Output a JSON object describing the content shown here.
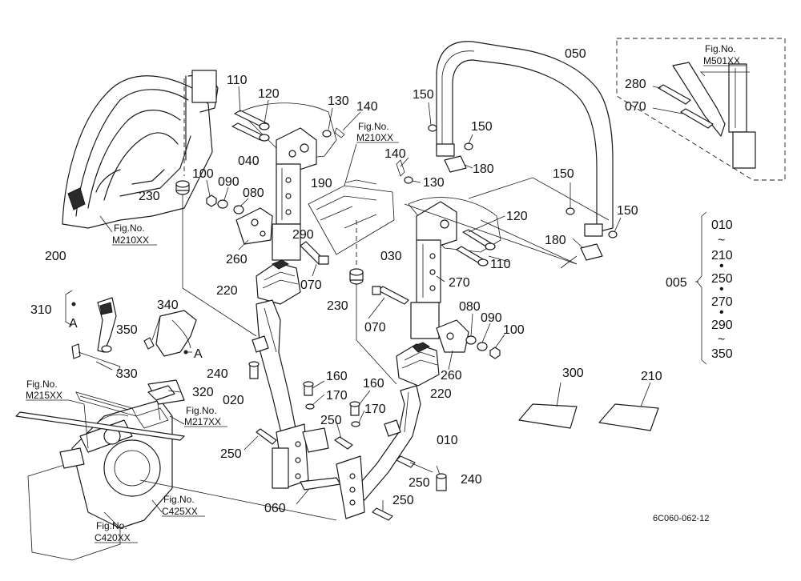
{
  "parts": [
    {
      "id": "p110a",
      "label": "110"
    },
    {
      "id": "p120a",
      "label": "120"
    },
    {
      "id": "p130a",
      "label": "130"
    },
    {
      "id": "p140a",
      "label": "140"
    },
    {
      "id": "p040",
      "label": "040"
    },
    {
      "id": "p190",
      "label": "190"
    },
    {
      "id": "p100a",
      "label": "100"
    },
    {
      "id": "p090a",
      "label": "090"
    },
    {
      "id": "p080a",
      "label": "080"
    },
    {
      "id": "p230a",
      "label": "230"
    },
    {
      "id": "p200",
      "label": "200"
    },
    {
      "id": "p290",
      "label": "290"
    },
    {
      "id": "p260a",
      "label": "260"
    },
    {
      "id": "p220a",
      "label": "220"
    },
    {
      "id": "p070a",
      "label": "070"
    },
    {
      "id": "p310",
      "label": "310"
    },
    {
      "id": "p340",
      "label": "340"
    },
    {
      "id": "p350",
      "label": "350"
    },
    {
      "id": "p330",
      "label": "330"
    },
    {
      "id": "p240a",
      "label": "240"
    },
    {
      "id": "p320",
      "label": "320"
    },
    {
      "id": "p020",
      "label": "020"
    },
    {
      "id": "p160a",
      "label": "160"
    },
    {
      "id": "p170a",
      "label": "170"
    },
    {
      "id": "p160b",
      "label": "160"
    },
    {
      "id": "p170b",
      "label": "170"
    },
    {
      "id": "p250a",
      "label": "250"
    },
    {
      "id": "p250b",
      "label": "250"
    },
    {
      "id": "p060",
      "label": "060"
    },
    {
      "id": "p250c",
      "label": "250"
    },
    {
      "id": "p250d",
      "label": "250"
    },
    {
      "id": "p240b",
      "label": "240"
    },
    {
      "id": "p010",
      "label": "010"
    },
    {
      "id": "p220b",
      "label": "220"
    },
    {
      "id": "p260b",
      "label": "260"
    },
    {
      "id": "p100b",
      "label": "100"
    },
    {
      "id": "p090b",
      "label": "090"
    },
    {
      "id": "p080b",
      "label": "080"
    },
    {
      "id": "p070b",
      "label": "070"
    },
    {
      "id": "p230b",
      "label": "230"
    },
    {
      "id": "p030",
      "label": "030"
    },
    {
      "id": "p270",
      "label": "270"
    },
    {
      "id": "p110b",
      "label": "110"
    },
    {
      "id": "p120b",
      "label": "120"
    },
    {
      "id": "p180a",
      "label": "180"
    },
    {
      "id": "p150a",
      "label": "150"
    },
    {
      "id": "p150b",
      "label": "150"
    },
    {
      "id": "p180b",
      "label": "180"
    },
    {
      "id": "p140b",
      "label": "140"
    },
    {
      "id": "p130b",
      "label": "130"
    },
    {
      "id": "p150c",
      "label": "150"
    },
    {
      "id": "p150d",
      "label": "150"
    },
    {
      "id": "p050",
      "label": "050"
    },
    {
      "id": "p280",
      "label": "280"
    },
    {
      "id": "p070c",
      "label": "070"
    },
    {
      "id": "p300",
      "label": "300"
    },
    {
      "id": "p210",
      "label": "210"
    },
    {
      "id": "p005",
      "label": "005"
    }
  ],
  "callout_A": "A",
  "figrefs": {
    "m210a_line1": "Fig.No.",
    "m210a_line2": "M210XX",
    "m210b_line1": "Fig.No.",
    "m210b_line2": "M210XX",
    "m215_line1": "Fig.No.",
    "m215_line2": "M215XX",
    "m217_line1": "Fig.No.",
    "m217_line2": "M217XX",
    "c425_line1": "Fig.No.",
    "c425_line2": "C425XX",
    "c420_line1": "Fig.No.",
    "c420_line2": "C420XX",
    "m501_line1": "Fig.No.",
    "m501_line2": "M501XX"
  },
  "set_group": {
    "items": [
      "010",
      "~",
      "210",
      "•",
      "250",
      "•",
      "270",
      "•",
      "290",
      "~",
      "350"
    ]
  },
  "drawing_code": "6C060-062-12"
}
